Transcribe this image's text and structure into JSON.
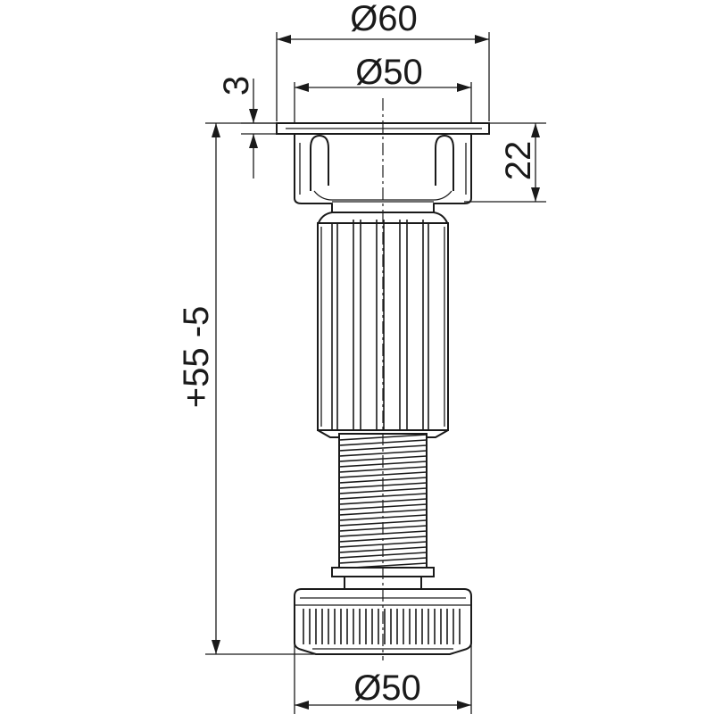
{
  "drawing": {
    "dimensions": {
      "top_outer_diameter": "Ø60",
      "top_inner_diameter": "Ø50",
      "plate_thickness": "3",
      "collar_height": "22",
      "height_range": "+55  -5",
      "base_diameter": "Ø50"
    }
  }
}
